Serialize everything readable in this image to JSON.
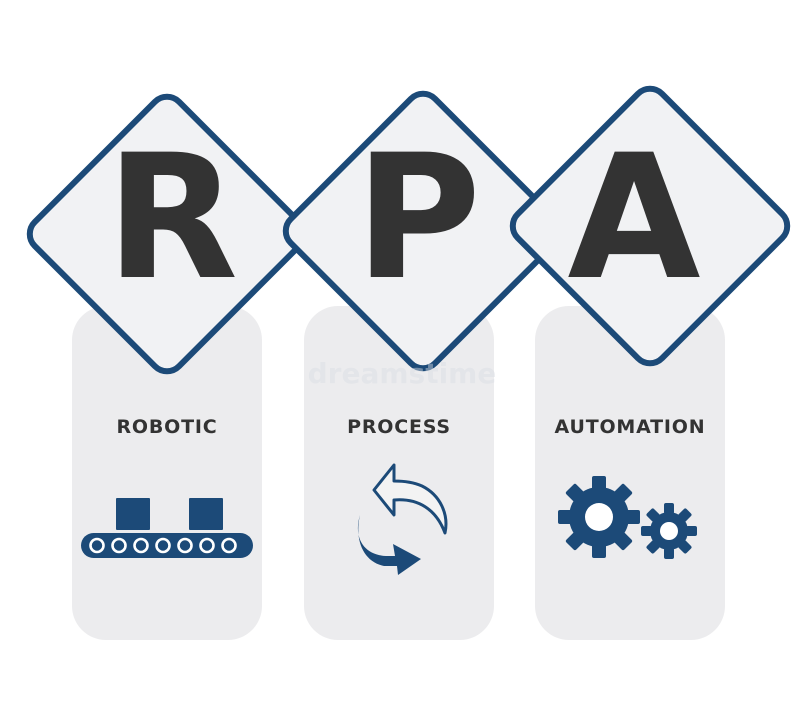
{
  "diagram": {
    "title_letters": [
      "R",
      "P",
      "A"
    ],
    "labels": [
      "ROBOTIC",
      "PROCESS",
      "AUTOMATION"
    ],
    "icons": {
      "robotic": "conveyor-belt-icon",
      "process": "cycle-arrows-icon",
      "automation": "gears-icon"
    },
    "watermark": "dreamstime"
  },
  "colors": {
    "navy": "#1c4a78",
    "dark_text": "#333333",
    "panel": "#ececee",
    "diamond_fill": "#f1f2f4",
    "background": "#ffffff"
  }
}
